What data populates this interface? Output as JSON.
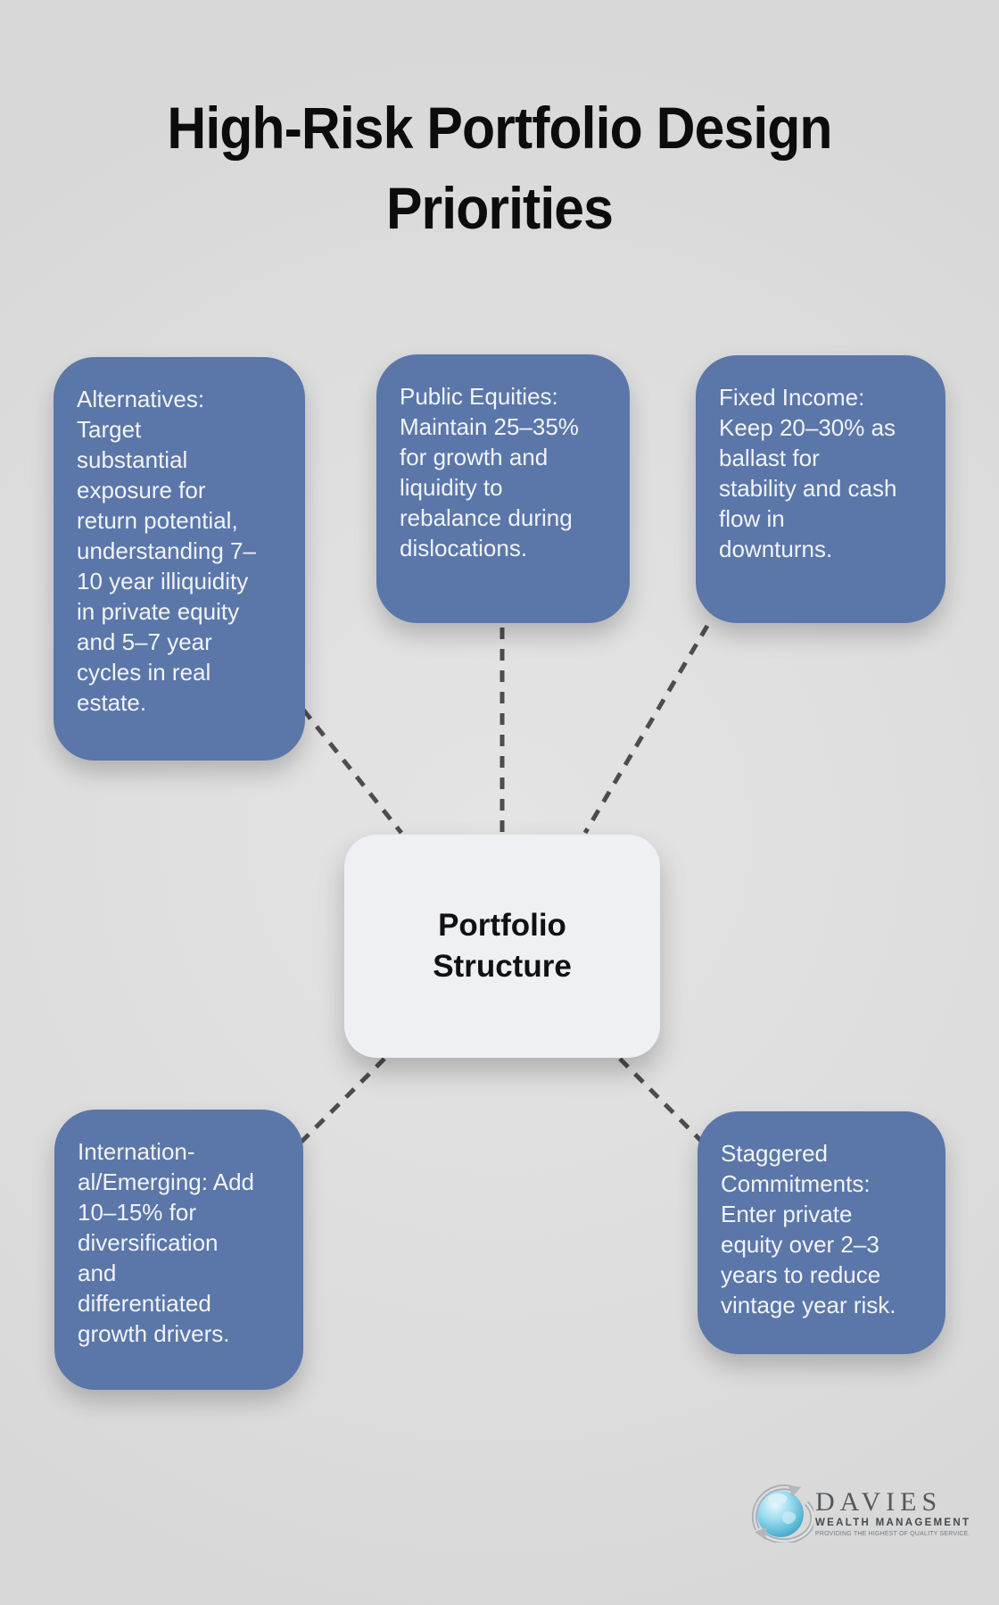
{
  "title": "High-Risk Portfolio Design\nPriorities",
  "center_node": {
    "label": "Portfolio\nStructure"
  },
  "nodes": [
    {
      "id": "alternatives",
      "text": "Alternatives:\nTarget\nsubstantial\nexposure for\nreturn potential,\nunderstanding 7–\n10 year illiquidity\nin private equity\nand 5–7 year\ncycles in real\nestate."
    },
    {
      "id": "public-equities",
      "text": "Public Equities:\nMaintain 25–35%\nfor growth and\nliquidity to\nrebalance during\ndislocations."
    },
    {
      "id": "fixed-income",
      "text": "Fixed Income:\nKeep 20–30% as\nballast for\nstability and cash\nflow in\ndownturns."
    },
    {
      "id": "international-emerging",
      "text": "Internation-\nal/Emerging: Add\n10–15% for\ndiversification\nand\ndifferentiated\ngrowth drivers."
    },
    {
      "id": "staggered-commitments",
      "text": "Staggered\nCommitments:\nEnter private\nequity over 2–3\nyears to reduce\nvintage year risk."
    }
  ],
  "logo": {
    "name": "DAVIES",
    "subtitle": "WEALTH MANAGEMENT",
    "tagline": "PROVIDING THE HIGHEST OF QUALITY SERVICE."
  },
  "colors": {
    "background": "#dedede",
    "node_fill": "#5b76a9",
    "node_text": "#f1f4f9",
    "center_fill": "#eef0f3",
    "center_text": "#111111",
    "connector": "#4d4d4d",
    "title": "#0c0c0c"
  }
}
